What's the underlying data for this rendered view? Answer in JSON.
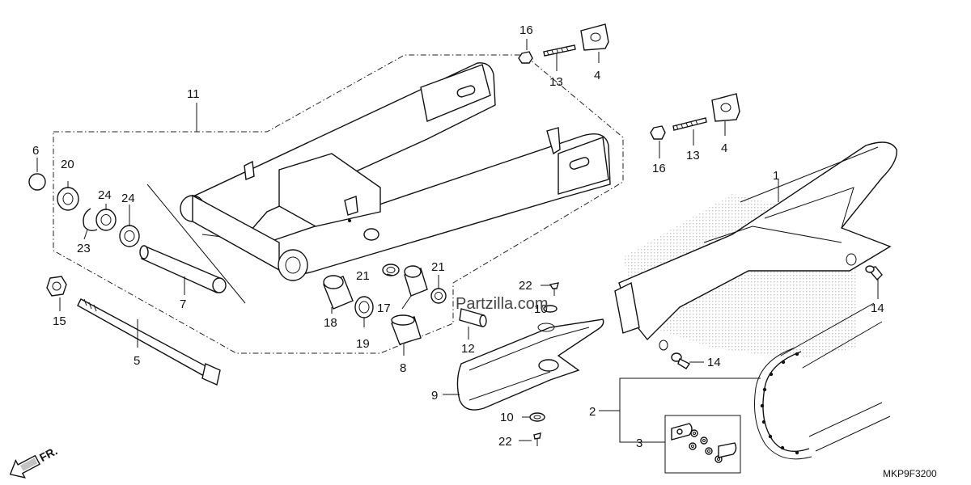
{
  "diagram": {
    "callouts": [
      {
        "id": "c1",
        "text": "1"
      },
      {
        "id": "c2",
        "text": "2"
      },
      {
        "id": "c3",
        "text": "3"
      },
      {
        "id": "c4a",
        "text": "4"
      },
      {
        "id": "c4b",
        "text": "4"
      },
      {
        "id": "c5",
        "text": "5"
      },
      {
        "id": "c6",
        "text": "6"
      },
      {
        "id": "c7",
        "text": "7"
      },
      {
        "id": "c8",
        "text": "8"
      },
      {
        "id": "c9",
        "text": "9"
      },
      {
        "id": "c10a",
        "text": "10"
      },
      {
        "id": "c10b",
        "text": "10"
      },
      {
        "id": "c11",
        "text": "11"
      },
      {
        "id": "c12",
        "text": "12"
      },
      {
        "id": "c13a",
        "text": "13"
      },
      {
        "id": "c13b",
        "text": "13"
      },
      {
        "id": "c14a",
        "text": "14"
      },
      {
        "id": "c14b",
        "text": "14"
      },
      {
        "id": "c15",
        "text": "15"
      },
      {
        "id": "c16a",
        "text": "16"
      },
      {
        "id": "c16b",
        "text": "16"
      },
      {
        "id": "c17",
        "text": "17"
      },
      {
        "id": "c18",
        "text": "18"
      },
      {
        "id": "c19",
        "text": "19"
      },
      {
        "id": "c20",
        "text": "20"
      },
      {
        "id": "c21a",
        "text": "21"
      },
      {
        "id": "c21b",
        "text": "21"
      },
      {
        "id": "c22a",
        "text": "22"
      },
      {
        "id": "c22b",
        "text": "22"
      },
      {
        "id": "c23",
        "text": "23"
      },
      {
        "id": "c24a",
        "text": "24"
      },
      {
        "id": "c24b",
        "text": "24"
      }
    ],
    "front_indicator": "FR.",
    "watermark": "Partzilla.com",
    "diagram_code": "MKP9F3200"
  }
}
